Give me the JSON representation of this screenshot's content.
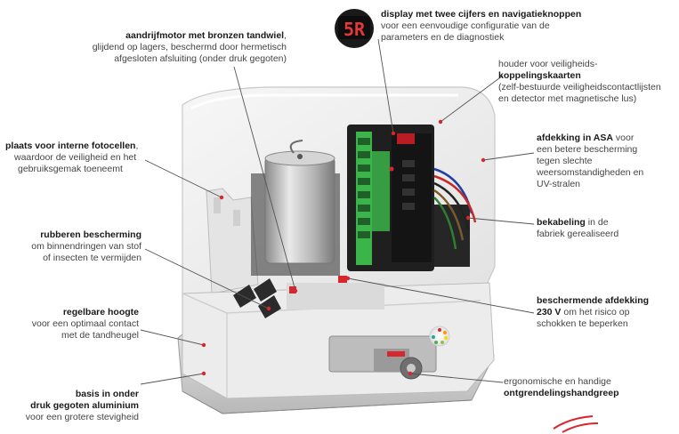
{
  "display": {
    "digits": "5R"
  },
  "labels": {
    "motor": {
      "title": "aandrijfmotor met bronzen tandwiel",
      "suffix": ",",
      "desc1": "glijdend op lagers, beschermd door hermetisch",
      "desc2": "afgesloten afsluiting (onder druk gegoten)"
    },
    "display": {
      "title": "display met twee cijfers en navigatieknoppen",
      "desc1": "voor een eenvoudige configuratie van de",
      "desc2": "parameters en de diagnostiek"
    },
    "holder": {
      "line1": "houder voor veiligheids-",
      "title": "koppelingskaarten",
      "desc1": "(zelf-bestuurde veiligheidscontactlijsten",
      "desc2": "en detector met magnetische lus)"
    },
    "photocells": {
      "title": "plaats voor interne fotocellen",
      "suffix": ",",
      "desc1": "waardoor de veiligheid en het",
      "desc2": "gebruiksgemak toeneemt"
    },
    "cover": {
      "title": "afdekking in ASA",
      "suffix": " voor",
      "desc1": "een betere bescherming",
      "desc2": "tegen slechte",
      "desc3": "weersomstandigheden en",
      "desc4": "UV-stralen"
    },
    "wiring": {
      "title": "bekabeling",
      "suffix": " in de",
      "desc1": "fabriek gerealiseerd"
    },
    "rubber": {
      "title": "rubberen bescherming",
      "desc1": "om binnendringen van stof",
      "desc2": "of insecten te vermijden"
    },
    "protective": {
      "title": "beschermende afdekking",
      "title2": "230 V",
      "suffix": " om het risico op",
      "desc1": "schokken te beperken"
    },
    "height": {
      "title": "regelbare hoogte",
      "desc1": "voor een optimaal contact",
      "desc2": "met de tandheugel"
    },
    "release": {
      "line1": "ergonomische en handige",
      "title": "ontgrendelingshandgreep"
    },
    "base": {
      "title": "basis in onder",
      "title2": "druk gegoten aluminium",
      "desc1": "voor een grotere stevigheid"
    }
  },
  "colors": {
    "accent": "#d7262c",
    "pcb_green": "#3bb44a",
    "module_dark": "#1b1b1b"
  }
}
